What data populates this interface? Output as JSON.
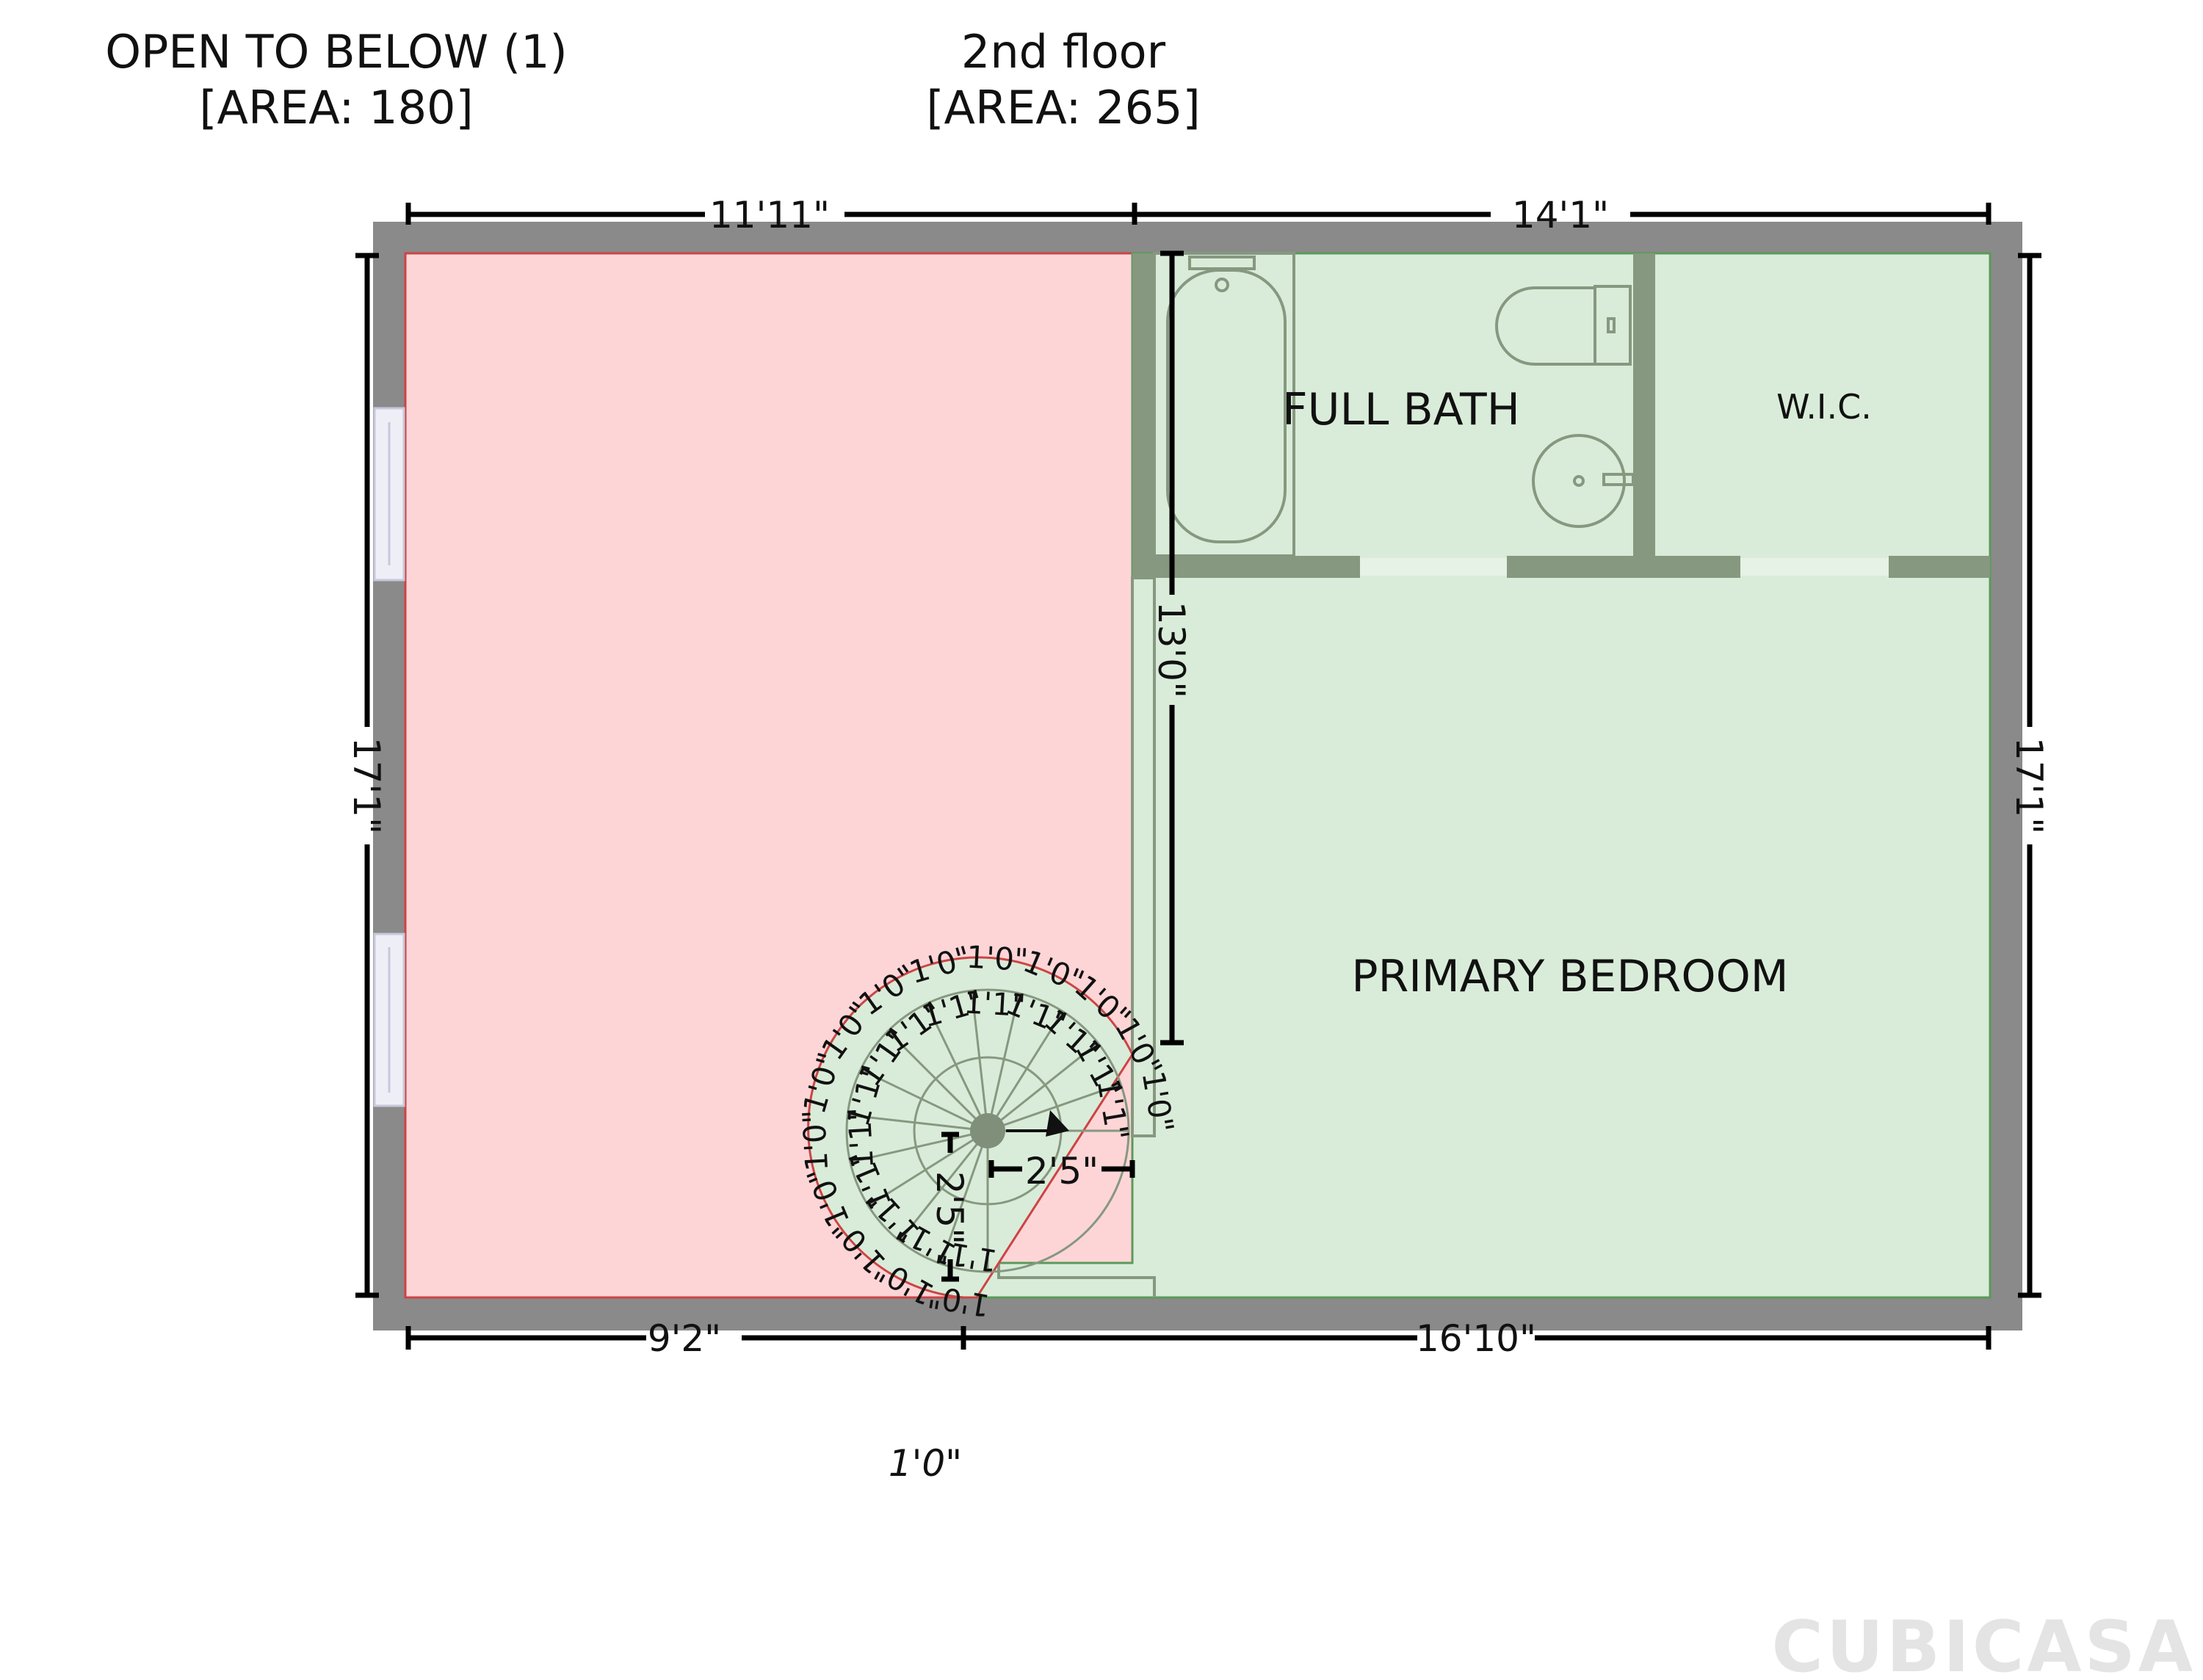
{
  "headers": {
    "open_to_below": {
      "title": "OPEN TO BELOW (1)",
      "area": "[AREA: 180]"
    },
    "floor": {
      "title": "2nd floor",
      "area": "[AREA: 265]"
    }
  },
  "rooms": {
    "full_bath": "FULL BATH",
    "wic": "W.I.C.",
    "primary_bedroom": "PRIMARY BEDROOM"
  },
  "dimensions": {
    "top_left": "11'11\"",
    "top_right": "14'1\"",
    "bottom_left": "9'2\"",
    "bottom_right": "16'10\"",
    "left_side": "17'1\"",
    "right_side": "17'1\"",
    "bedroom_inner": "13'0\"",
    "stair_horizontal": "2'5\"",
    "stair_vertical": "2'5\"",
    "below_plan": "1'0\""
  },
  "stair_treads": {
    "outer_label": "1'0\"",
    "inner_label": "1'1\""
  },
  "colors": {
    "open_area_fill": "#fdd5d7",
    "open_area_stroke": "#cc4444",
    "room_fill": "#d9ecd9",
    "room_stroke": "#5a9a5a",
    "wall": "#8a8a8a",
    "inner_wall": "#86987f",
    "window": "#eeeef6"
  },
  "branding": {
    "logo": "CUBICASA"
  }
}
